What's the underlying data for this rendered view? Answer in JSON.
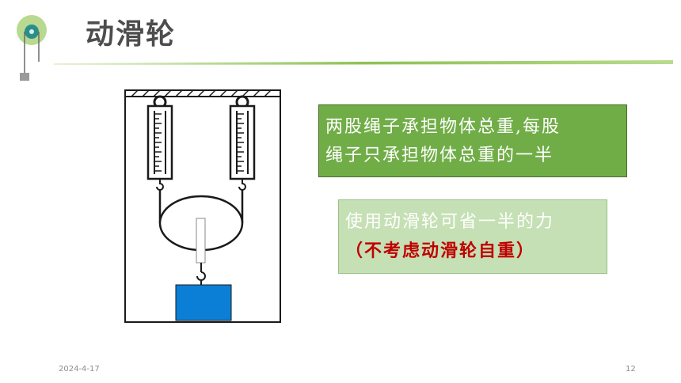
{
  "slide": {
    "title": "动滑轮",
    "info_box": {
      "line1": "两股绳子承担物体总重,每股",
      "line2": "绳子只承担物体总重的一半"
    },
    "conclusion_box": {
      "line1": "使用动滑轮可省一半的力",
      "line2": "（不考虑动滑轮自重）"
    },
    "footer": {
      "date": "2024-4-17",
      "page_number": "12"
    }
  },
  "colors": {
    "accent_green": "#70ad47",
    "light_green": "#c5e0b4",
    "title_gray": "#4d4d4d",
    "highlight_red": "#c00000",
    "weight_blue": "#0b7fd6",
    "logo_teal": "#2a8f8a"
  },
  "icons": [
    "pulley-logo-icon"
  ]
}
